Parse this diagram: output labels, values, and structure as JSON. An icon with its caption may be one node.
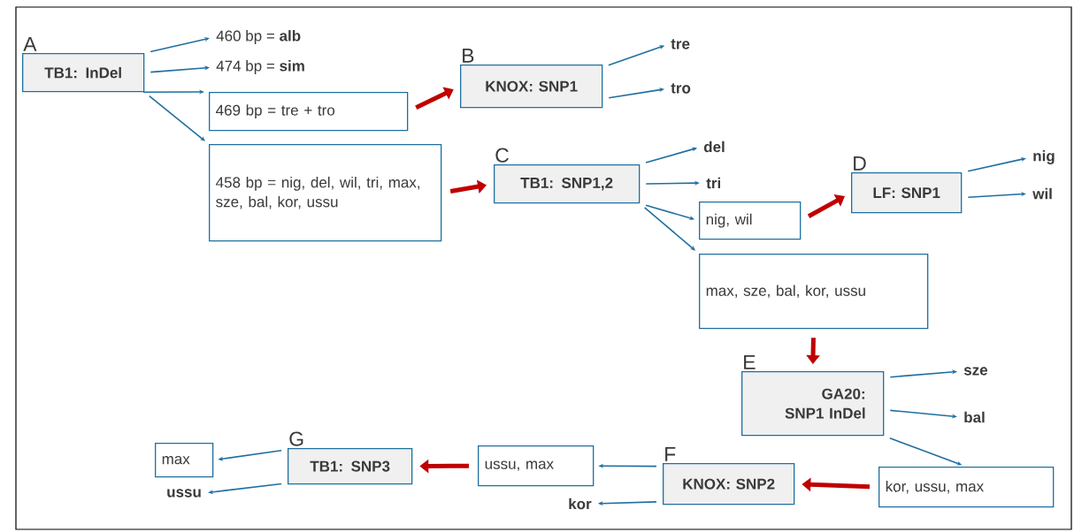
{
  "diagram": {
    "nodes": [
      {
        "text": [
          "A",
          "TB1: InDel"
        ]
      },
      {
        "text": [
          "460 bp = **alb**"
        ]
      },
      {
        "text": [
          "474 bp = **sim**"
        ]
      },
      {
        "text": [
          "469 bp = tre + tro"
        ]
      },
      {
        "text": [
          "458 bp = nig, del, wil, tri, max, sze, bal, kor, ussu"
        ]
      },
      {
        "text": [
          "B",
          "KNOX: SNP1"
        ]
      },
      {
        "text": [
          "tre"
        ]
      },
      {
        "text": [
          "tro"
        ]
      },
      {
        "text": [
          "C",
          "TB1: SNP1,2"
        ]
      },
      {
        "text": [
          "del"
        ]
      },
      {
        "text": [
          "tri"
        ]
      },
      {
        "text": [
          "nig, wil"
        ]
      },
      {
        "text": [
          "max, sze, bal, kor, ussu"
        ]
      },
      {
        "text": [
          "D",
          "LF: SNP1"
        ]
      },
      {
        "text": [
          "nig"
        ]
      },
      {
        "text": [
          "wil"
        ]
      },
      {
        "text": [
          "E",
          "GA20: SNP1 InDel"
        ]
      },
      {
        "text": [
          "sze"
        ]
      },
      {
        "text": [
          "bal"
        ]
      },
      {
        "text": [
          "kor, ussu, max"
        ]
      },
      {
        "text": [
          "F",
          "KNOX: SNP2"
        ]
      },
      {
        "text": [
          "ussu, max"
        ]
      },
      {
        "text": [
          "kor"
        ]
      },
      {
        "text": [
          "G",
          "TB1: SNP3"
        ]
      },
      {
        "text": [
          "max"
        ]
      },
      {
        "text": [
          "ussu"
        ]
      }
    ],
    "edges": [
      {
        "from": 0,
        "to": 1,
        "arrow": "to"
      },
      {
        "from": 0,
        "to": 2,
        "arrow": "to"
      },
      {
        "from": 0,
        "to": 3,
        "arrow": "to"
      },
      {
        "from": 0,
        "to": 4,
        "arrow": "to"
      },
      {
        "from": 3,
        "to": 5,
        "arrow": "to",
        "style": "thick",
        "color": "#c00000"
      },
      {
        "from": 5,
        "to": 6,
        "arrow": "to"
      },
      {
        "from": 5,
        "to": 7,
        "arrow": "to"
      },
      {
        "from": 4,
        "to": 8,
        "arrow": "to",
        "style": "thick",
        "color": "#c00000"
      },
      {
        "from": 8,
        "to": 9,
        "arrow": "to"
      },
      {
        "from": 8,
        "to": 10,
        "arrow": "to"
      },
      {
        "from": 8,
        "to": 11,
        "arrow": "to"
      },
      {
        "from": 8,
        "to": 12,
        "arrow": "to"
      },
      {
        "from": 11,
        "to": 13,
        "arrow": "to",
        "style": "thick",
        "color": "#c00000"
      },
      {
        "from": 13,
        "to": 14,
        "arrow": "to"
      },
      {
        "from": 13,
        "to": 15,
        "arrow": "to"
      },
      {
        "from": 12,
        "to": 16,
        "arrow": "to",
        "style": "thick",
        "color": "#c00000"
      },
      {
        "from": 16,
        "to": 17,
        "arrow": "to"
      },
      {
        "from": 16,
        "to": 18,
        "arrow": "to"
      },
      {
        "from": 16,
        "to": 19,
        "arrow": "to"
      },
      {
        "from": 19,
        "to": 20,
        "arrow": "to",
        "style": "thick",
        "color": "#c00000"
      },
      {
        "from": 20,
        "to": 21,
        "arrow": "to"
      },
      {
        "from": 20,
        "to": 22,
        "arrow": "to"
      },
      {
        "from": 21,
        "to": 23,
        "arrow": "to",
        "style": "thick",
        "color": "#c00000"
      },
      {
        "from": 23,
        "to": 24,
        "arrow": "to"
      },
      {
        "from": 23,
        "to": 25,
        "arrow": "to"
      }
    ]
  }
}
